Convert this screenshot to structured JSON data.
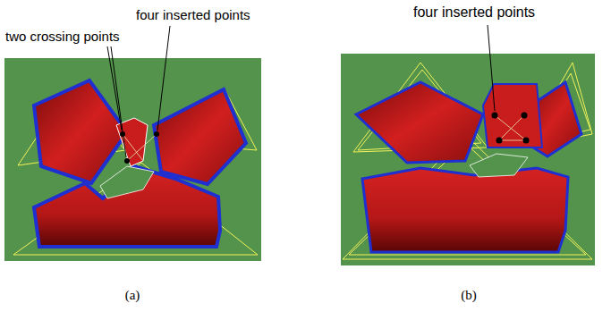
{
  "diagram": {
    "labels": [
      "four inserted points",
      "two crossing points",
      "four inserted points",
      "(a)",
      "(b)"
    ]
  }
}
